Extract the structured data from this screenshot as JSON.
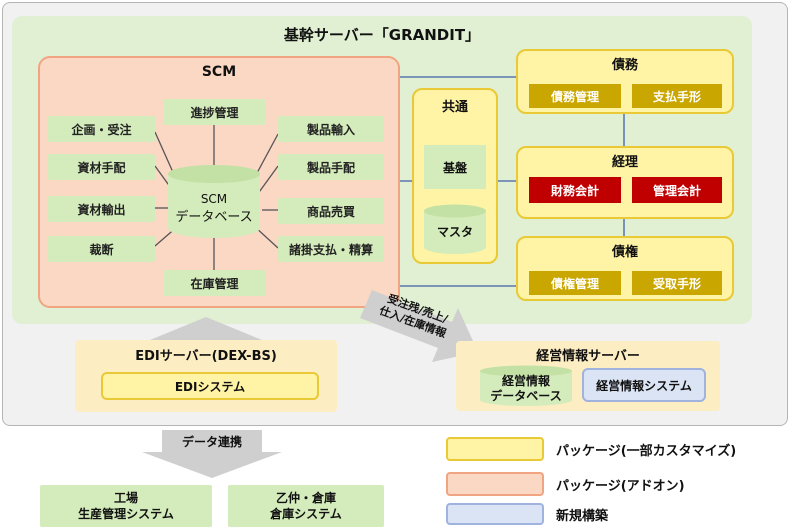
{
  "kikan_title": "基幹サーバー「GRANDIT」",
  "scm": {
    "title": "SCM",
    "hub_line1": "SCM",
    "hub_line2": "データベース",
    "modules": [
      "企画・受注",
      "資材手配",
      "資材輸出",
      "裁断",
      "進捗管理",
      "在庫管理",
      "製品輸入",
      "製品手配",
      "商品売買",
      "諸掛支払・精算"
    ]
  },
  "kyotsu": {
    "title": "共通",
    "kiban": "基盤",
    "master": "マスタ"
  },
  "saimu": {
    "title": "債務",
    "items": [
      "債務管理",
      "支払手形"
    ]
  },
  "keiri": {
    "title": "経理",
    "items": [
      "財務会計",
      "管理会計"
    ]
  },
  "saiken": {
    "title": "債権",
    "items": [
      "債権管理",
      "受取手形"
    ]
  },
  "arrow_label_line1": "受注残/売上/",
  "arrow_label_line2": "仕入/在庫情報",
  "edi": {
    "title": "EDIサーバー(DEX-BS)",
    "system": "EDIシステム"
  },
  "keiei": {
    "title": "経営情報サーバー",
    "db_line1": "経営情報",
    "db_line2": "データベース",
    "system": "経営情報システム"
  },
  "data_renkei": "データ連携",
  "bottom": {
    "factory_line1": "工場",
    "factory_line2": "生産管理システム",
    "warehouse_line1": "乙仲・倉庫",
    "warehouse_line2": "倉庫システム"
  },
  "legend": [
    {
      "label": "パッケージ(一部カスタマイズ)",
      "fill": "#fff3a5",
      "border": "#e9c935"
    },
    {
      "label": "パッケージ(アドオン)",
      "fill": "#fbd8c4",
      "border": "#f0a481"
    },
    {
      "label": "新規構築",
      "fill": "#dbe4f5",
      "border": "#9fb3de"
    }
  ],
  "colors": {
    "green_box": "#d4ebbb",
    "gold": "#c9a600",
    "red": "#c00000",
    "connector": "#3f5ea8"
  }
}
